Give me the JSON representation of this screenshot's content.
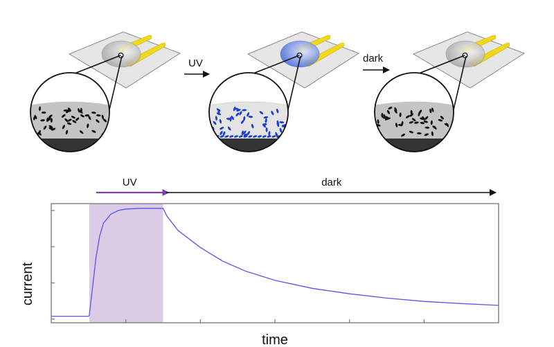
{
  "schematic": {
    "steps": [
      {
        "state": "initial",
        "particle_color": "#111111",
        "drop_color": "#c8c8c8"
      },
      {
        "state": "uv",
        "particle_color": "#1a3fd1",
        "drop_color": "#6f8fe6"
      },
      {
        "state": "recovered",
        "particle_color": "#111111",
        "drop_color": "#c8c8c8"
      }
    ],
    "transitions": [
      "UV",
      "dark"
    ]
  },
  "chart_data": {
    "type": "line",
    "xlabel": "time",
    "ylabel": "current",
    "xlim": [
      0,
      6
    ],
    "ylim": [
      -0.1,
      3.19
    ],
    "x_ticks": [
      1,
      2,
      3,
      4,
      5
    ],
    "y_ticks": [
      0,
      1,
      2,
      3
    ],
    "tick_labels_shown": false,
    "grid": false,
    "phases": [
      {
        "label": "UV",
        "start": 0.51,
        "end": 1.5,
        "color": "#7a3fb0",
        "shade": "#dccbe6"
      },
      {
        "label": "dark",
        "start": 1.52,
        "end": 6.0,
        "color": "#111111"
      }
    ],
    "series": [
      {
        "name": "current",
        "color": "#5555ee",
        "x": [
          0,
          0.5,
          0.51,
          0.55,
          0.6,
          0.65,
          0.7,
          0.8,
          0.9,
          1.0,
          1.2,
          1.5,
          1.55,
          1.7,
          2.0,
          2.3,
          2.6,
          3.0,
          3.5,
          4.0,
          4.5,
          5.0,
          5.5,
          6.0
        ],
        "y": [
          0.08,
          0.08,
          0.1,
          0.8,
          1.7,
          2.3,
          2.65,
          2.9,
          3.0,
          3.04,
          3.06,
          3.06,
          2.85,
          2.45,
          1.98,
          1.6,
          1.33,
          1.07,
          0.85,
          0.7,
          0.58,
          0.49,
          0.43,
          0.38
        ]
      }
    ]
  }
}
